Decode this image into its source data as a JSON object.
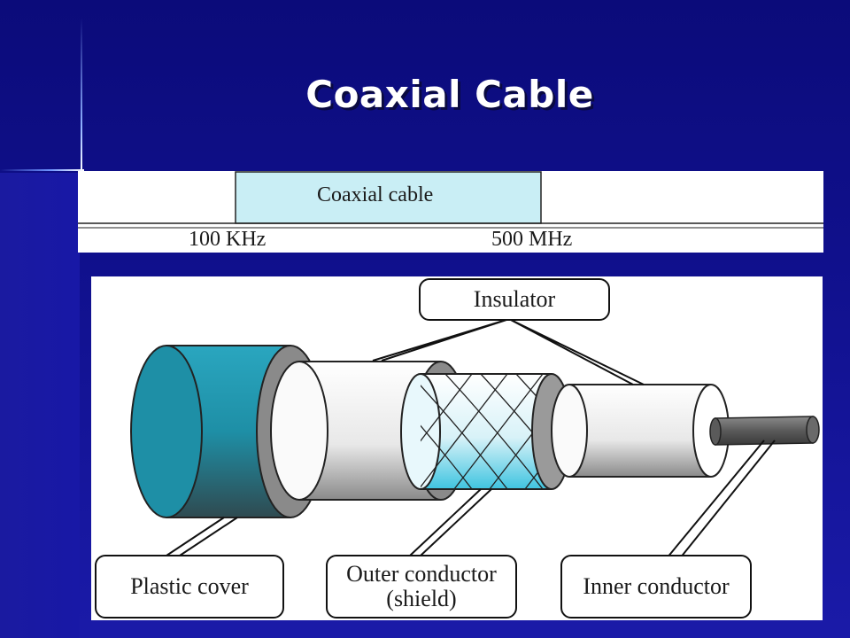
{
  "slide": {
    "title": "Coaxial Cable"
  },
  "spectrum": {
    "band_label": "Coaxial cable",
    "low_freq": "100 KHz",
    "high_freq": "500 MHz"
  },
  "diagram": {
    "callouts": {
      "insulator": "Insulator",
      "plastic_cover": "Plastic cover",
      "outer_conductor_line1": "Outer conductor",
      "outer_conductor_line2": "(shield)",
      "inner_conductor": "Inner conductor"
    },
    "colors": {
      "plastic_cover": "#1e8fa6",
      "shield_mesh": "#bfeaf5",
      "insulator": "#f2f2f2",
      "inner_conductor": "#5a5a5a",
      "background": "#10108c"
    }
  }
}
